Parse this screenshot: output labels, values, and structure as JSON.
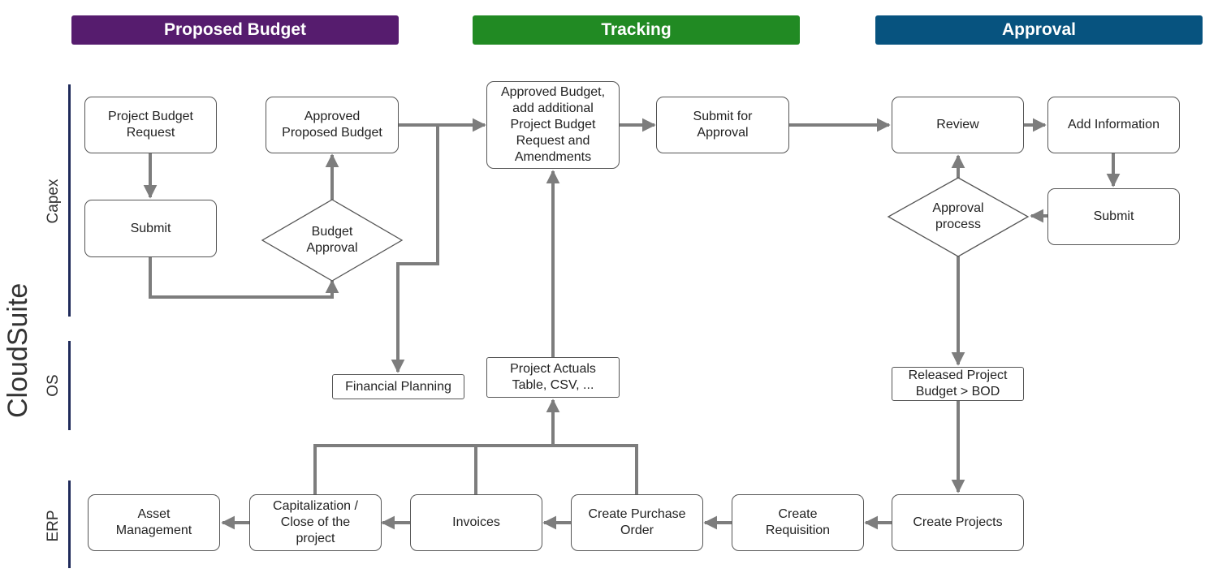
{
  "phases": {
    "proposed_budget": "Proposed Budget",
    "tracking": "Tracking",
    "approval": "Approval"
  },
  "colors": {
    "proposed_budget": "#561c6e",
    "tracking": "#218a23",
    "approval": "#07537f",
    "lane_bar": "#1f2a5a",
    "connector": "#7d7d7d"
  },
  "suite": "CloudSuite",
  "lanes": {
    "capex": "Capex",
    "os": "OS",
    "erp": "ERP"
  },
  "nodes": {
    "project_budget_request": "Project Budget\nRequest",
    "submit_capex": "Submit",
    "budget_approval": "Budget\nApproval",
    "approved_proposed_budget": "Approved\nProposed Budget",
    "approved_budget_amendments": "Approved Budget,\nadd additional\nProject Budget\nRequest and\nAmendments",
    "submit_for_approval": "Submit for\nApproval",
    "review": "Review",
    "add_information": "Add Information",
    "submit_approval": "Submit",
    "approval_process": "Approval\nprocess",
    "financial_planning": "Financial Planning",
    "project_actuals": "Project Actuals\nTable, CSV, ...",
    "released_project_budget": "Released Project\nBudget > BOD",
    "asset_management": "Asset\nManagement",
    "capitalization": "Capitalization /\nClose of the\nproject",
    "invoices": "Invoices",
    "create_purchase_order": "Create Purchase\nOrder",
    "create_requisition": "Create\nRequisition",
    "create_projects": "Create Projects"
  }
}
